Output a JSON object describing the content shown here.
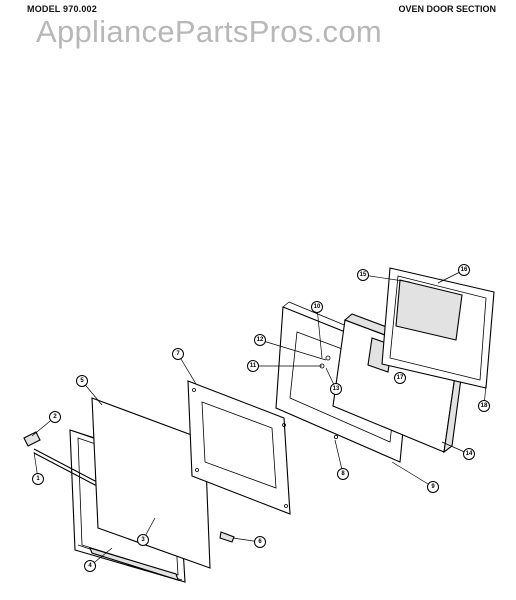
{
  "header": {
    "model": "MODEL 970.002",
    "section": "OVEN DOOR SECTION"
  },
  "watermark": "AppliancePartsPros.com",
  "callouts": {
    "c1": "1",
    "c2": "2",
    "c3": "3",
    "c4": "4",
    "c5": "5",
    "c6": "6",
    "c7": "7",
    "c8": "8",
    "c9": "9",
    "c10": "10",
    "c11": "11",
    "c12": "12",
    "c13": "13",
    "c14": "14",
    "c15": "15",
    "c16": "16",
    "c17": "17",
    "c18": "18"
  }
}
